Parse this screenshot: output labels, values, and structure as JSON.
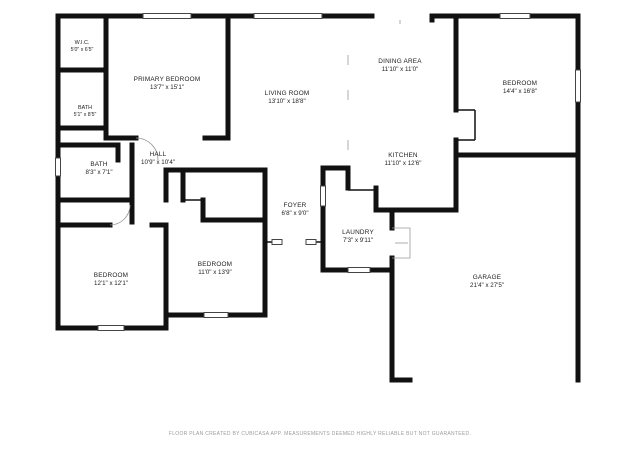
{
  "rooms": [
    {
      "id": "wic",
      "name": "W.I.C.",
      "dims": "5'0\" x 6'5\""
    },
    {
      "id": "primary-bedroom",
      "name": "PRIMARY BEDROOM",
      "dims": "13'7\" x 15'1\""
    },
    {
      "id": "bath-primary",
      "name": "BATH",
      "dims": "5'1\" x 8'5\""
    },
    {
      "id": "living-room",
      "name": "LIVING ROOM",
      "dims": "13'10\" x 18'8\""
    },
    {
      "id": "dining-area",
      "name": "DINING AREA",
      "dims": "11'10\" x 11'0\""
    },
    {
      "id": "bedroom-ne",
      "name": "BEDROOM",
      "dims": "14'4\" x 16'8\""
    },
    {
      "id": "hall",
      "name": "HALL",
      "dims": "10'9\" x 10'4\""
    },
    {
      "id": "bath-hall",
      "name": "BATH",
      "dims": "8'3\" x 7'1\""
    },
    {
      "id": "kitchen",
      "name": "KITCHEN",
      "dims": "11'10\" x 12'6\""
    },
    {
      "id": "foyer",
      "name": "FOYER",
      "dims": "6'8\" x 9'0\""
    },
    {
      "id": "laundry",
      "name": "LAUNDRY",
      "dims": "7'3\" x 9'11\""
    },
    {
      "id": "bedroom-sw",
      "name": "BEDROOM",
      "dims": "12'1\" x 12'1\""
    },
    {
      "id": "bedroom-s",
      "name": "BEDROOM",
      "dims": "11'0\" x 13'9\""
    },
    {
      "id": "garage",
      "name": "GARAGE",
      "dims": "21'4\" x 27'5\""
    }
  ],
  "footer": "FLOOR PLAN CREATED BY CUBICASA APP. MEASUREMENTS DEEMED HIGHLY RELIABLE BUT NOT GUARANTEED."
}
